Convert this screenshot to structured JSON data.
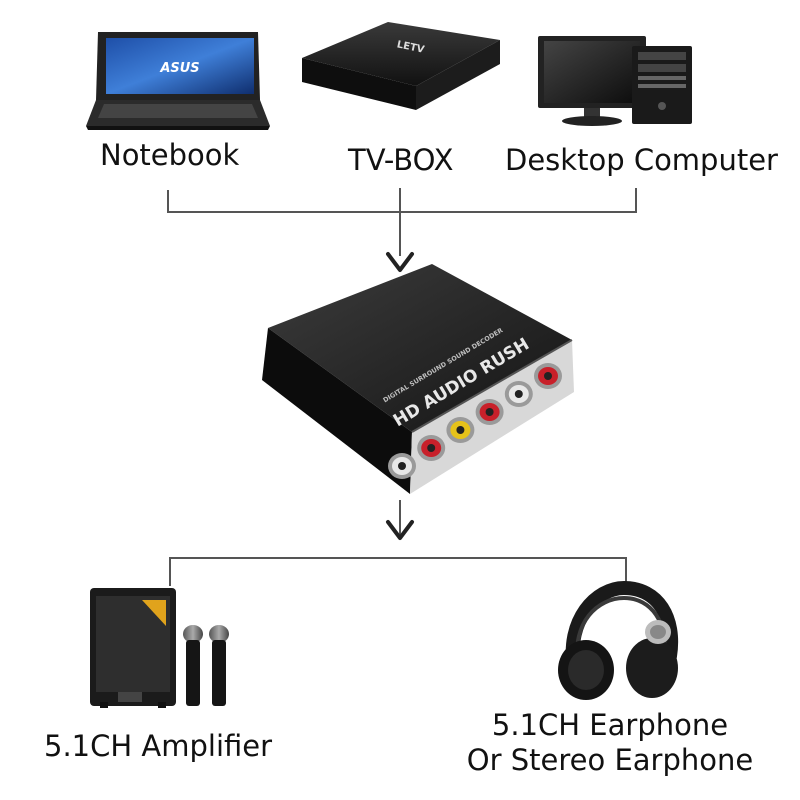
{
  "sources": {
    "notebook": {
      "label": "Notebook",
      "screen_text": "ASUS"
    },
    "tvbox": {
      "label": "TV-BOX",
      "brand_text": "LETV"
    },
    "desktop": {
      "label": "Desktop Computer"
    }
  },
  "decoder": {
    "title": "HD AUDIO RUSH",
    "subtitle": "DIGITAL SURROUND SOUND DECODER",
    "jack_colors": [
      "#e8e8e8",
      "#c8202a",
      "#e6c21a",
      "#c8202a",
      "#e8e8e8",
      "#c8202a"
    ]
  },
  "outputs": {
    "amplifier": {
      "label": "5.1CH Amplifier"
    },
    "earphone": {
      "line1": "5.1CH Earphone",
      "line2": "Or Stereo Earphone"
    }
  },
  "colors": {
    "line": "#555555",
    "device_dark": "#1a1a1a",
    "background": "#ffffff"
  }
}
